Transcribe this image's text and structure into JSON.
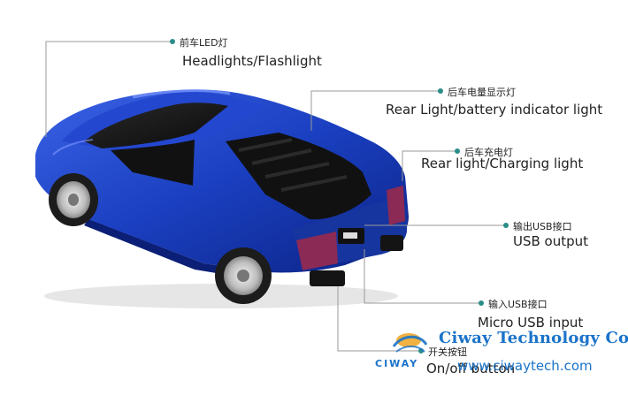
{
  "callouts": [
    {
      "cn": "前车LED灯",
      "en": "Headlights/Flashlight"
    },
    {
      "cn": "后车电量显示灯",
      "en": "Rear Light/battery indicator light"
    },
    {
      "cn": "后车充电灯",
      "en": "Rear light/Charging light"
    },
    {
      "cn": "输出USB接口",
      "en": "USB output"
    },
    {
      "cn": "输入USB接口",
      "en": "Micro USB input"
    },
    {
      "cn": "开关按钮",
      "en": "On/off button"
    }
  ],
  "watermark": {
    "company": "Ciway Technology Co.,Ltd",
    "logo_text": "CIWAY",
    "url": "www.ciwaytech.com"
  },
  "colors": {
    "car_body": "#1a3fc0",
    "leader_line": "#9a9a9a",
    "dot": "#2a8d8a",
    "watermark": "#1a73c9"
  }
}
